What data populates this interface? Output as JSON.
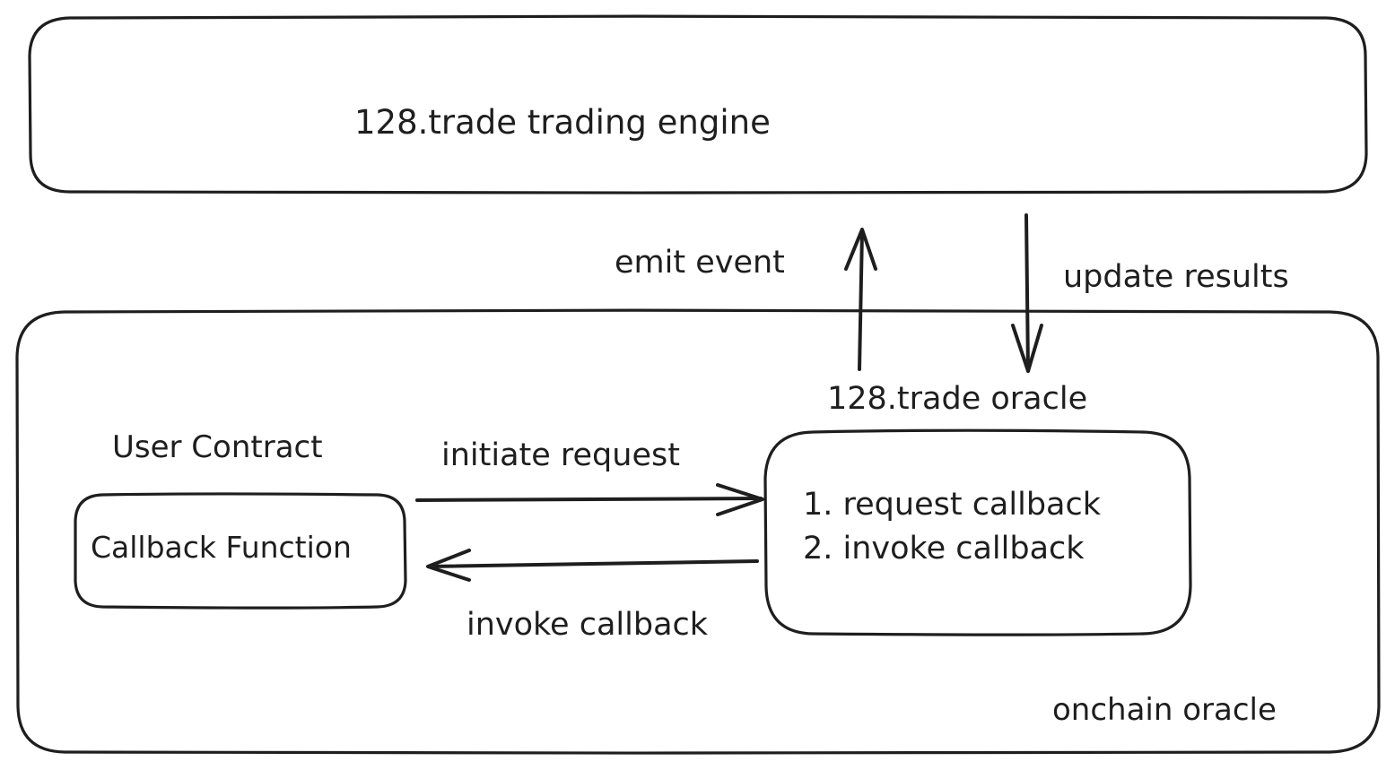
{
  "trading_engine": {
    "label": "128.trade trading engine"
  },
  "flows": {
    "emit_event": "emit event",
    "update_results": "update results",
    "initiate_request": "initiate request",
    "invoke_callback": "invoke callback"
  },
  "onchain": {
    "label": "onchain oracle",
    "oracle_title": "128.trade oracle",
    "oracle_steps": [
      "1. request callback",
      "2. invoke callback"
    ],
    "user_contract_title": "User Contract",
    "callback_function": "Callback Function"
  },
  "colors": {
    "stroke": "#1e1e1e",
    "background": "#ffffff"
  }
}
